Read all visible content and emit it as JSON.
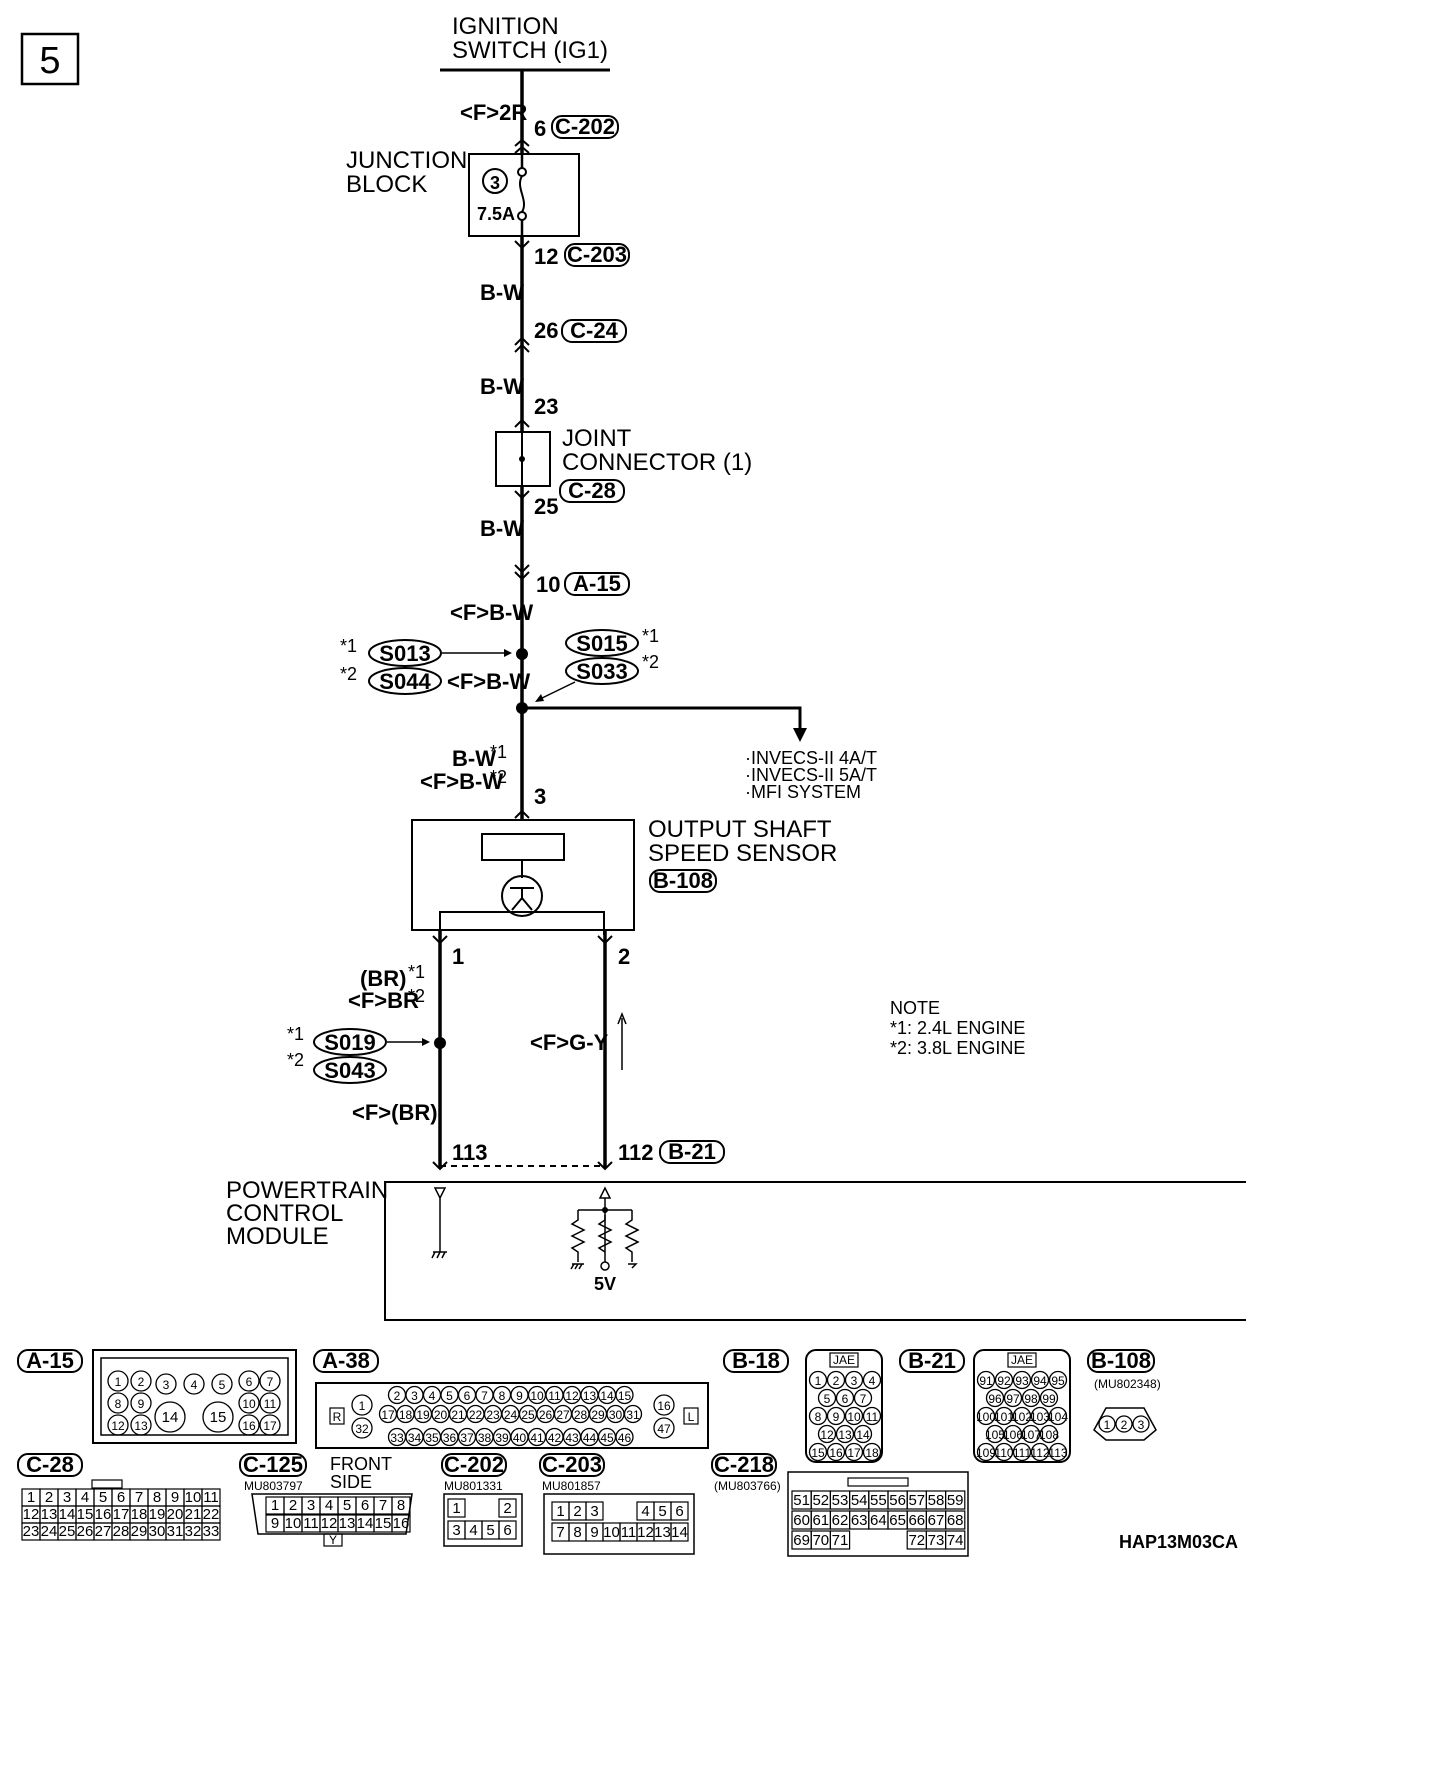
{
  "page_number": "5",
  "ignition": {
    "line1": "IGNITION",
    "line2": "SWITCH (IG1)"
  },
  "wires": {
    "f2r": "<F>2R",
    "bw1": "B-W",
    "bw2": "B-W",
    "bw3": "B-W",
    "fbw1": "<F>B-W",
    "fbw2": "<F>B-W",
    "bw_star": "B-W",
    "fbw_star": "<F>B-W",
    "br_star": "(BR)",
    "fbr_star": "<F>BR",
    "fgy": "<F>G-Y",
    "fbr": "<F>(BR)"
  },
  "pins": {
    "p6": "6",
    "p12": "12",
    "p26": "26",
    "p23": "23",
    "p25": "25",
    "p10": "10",
    "p3": "3",
    "p1": "1",
    "p2": "2",
    "p113": "113",
    "p112": "112"
  },
  "connectors": {
    "c202": "C-202",
    "c203": "C-203",
    "c24": "C-24",
    "c28": "C-28",
    "a15": "A-15",
    "b108": "B-108",
    "b21": "B-21"
  },
  "junction_block": {
    "line1": "JUNCTION",
    "line2": "BLOCK",
    "fuse_no": "3",
    "fuse_rating": "7.5A"
  },
  "joint_connector": {
    "line1": "JOINT",
    "line2": "CONNECTOR (1)"
  },
  "splices": {
    "s013": "S013",
    "s044": "S044",
    "s015": "S015",
    "s033": "S033",
    "s019": "S019",
    "s043": "S043"
  },
  "star1": "*1",
  "star2": "*2",
  "branch_to": [
    "·INVECS-II 4A/T",
    "·INVECS-II 5A/T",
    "·MFI SYSTEM"
  ],
  "sensor": {
    "line1": "OUTPUT SHAFT",
    "line2": "SPEED SENSOR"
  },
  "note": {
    "title": "NOTE",
    "n1": "*1: 2.4L ENGINE",
    "n2": "*2: 3.8L ENGINE"
  },
  "pcm": {
    "line1": "POWERTRAIN",
    "line2": "CONTROL",
    "line3": "MODULE",
    "volt": "5V"
  },
  "connector_views": {
    "a15": {
      "label": "A-15"
    },
    "a38": {
      "label": "A-38",
      "left": "R",
      "right": "L"
    },
    "b18": {
      "label": "B-18",
      "maker": "JAE"
    },
    "b21": {
      "label": "B-21",
      "maker": "JAE"
    },
    "b108": {
      "label": "B-108",
      "part": "(MU802348)"
    },
    "c28": {
      "label": "C-28"
    },
    "c125": {
      "label": "C-125",
      "part": "MU803797",
      "side1": "FRONT",
      "side2": "SIDE",
      "key": "Y"
    },
    "c202": {
      "label": "C-202",
      "part": "MU801331"
    },
    "c203": {
      "label": "C-203",
      "part": "MU801857"
    },
    "c218": {
      "label": "C-218",
      "part": "(MU803766)"
    }
  },
  "figure_code": "HAP13M03CA"
}
